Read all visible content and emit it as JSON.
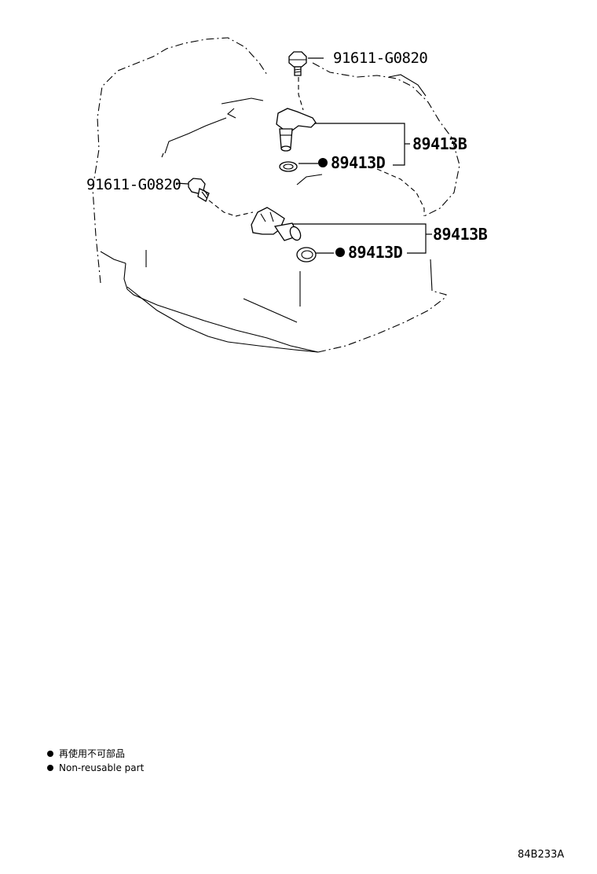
{
  "callouts": {
    "bolt_upper": "91611-G0820",
    "bolt_left": "91611-G0820",
    "sensor_upper": "89413B",
    "oring_upper": "89413D",
    "sensor_lower": "89413B",
    "oring_lower": "89413D"
  },
  "legend": {
    "items": [
      {
        "text": "再使用不可部品"
      },
      {
        "text": "Non-reusable part"
      }
    ]
  },
  "illustration_code": "84B233A"
}
